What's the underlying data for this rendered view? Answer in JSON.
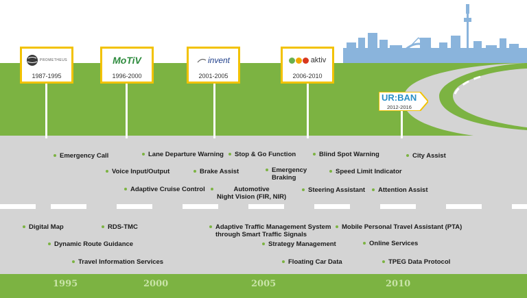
{
  "milestones": [
    {
      "name": "PROMETHEUS",
      "years": "1987-1995"
    },
    {
      "name": "MoTiV",
      "years": "1996-2000"
    },
    {
      "name": "invent",
      "years": "2001-2005"
    },
    {
      "name": "aktiv",
      "years": "2006-2010"
    },
    {
      "name": "UR:BAN",
      "years": "2012-2016"
    }
  ],
  "vehicle_functions": [
    "Emergency Call",
    "Lane Departure Warning",
    "Stop & Go Function",
    "Blind Spot Warning",
    "City Assist",
    "Voice Input/Output",
    "Brake Assist",
    "Emergency",
    "Braking",
    "Speed Limit Indicator",
    "Adaptive Cruise Control",
    "Automotive",
    "Night Vision (FIR, NIR)",
    "Steering Assistant",
    "Attention Assist"
  ],
  "traffic_functions": [
    "Digital Map",
    "RDS-TMC",
    "Adaptive Traffic Management System",
    "through Smart Traffic Signals",
    "Mobile Personal Travel Assistant (PTA)",
    "Dynamic Route Guidance",
    "Strategy Management",
    "Online Services",
    "Travel Information Services",
    "Floating Car Data",
    "TPEG Data Protocol"
  ],
  "axis_years": [
    "1995",
    "2000",
    "2005",
    "2010"
  ],
  "colors": {
    "grass": "#7cb342",
    "road": "#d4d4d4",
    "sign_border": "#f2c200",
    "skyline": "#8ab4dc",
    "bullet": "#7cb342"
  }
}
